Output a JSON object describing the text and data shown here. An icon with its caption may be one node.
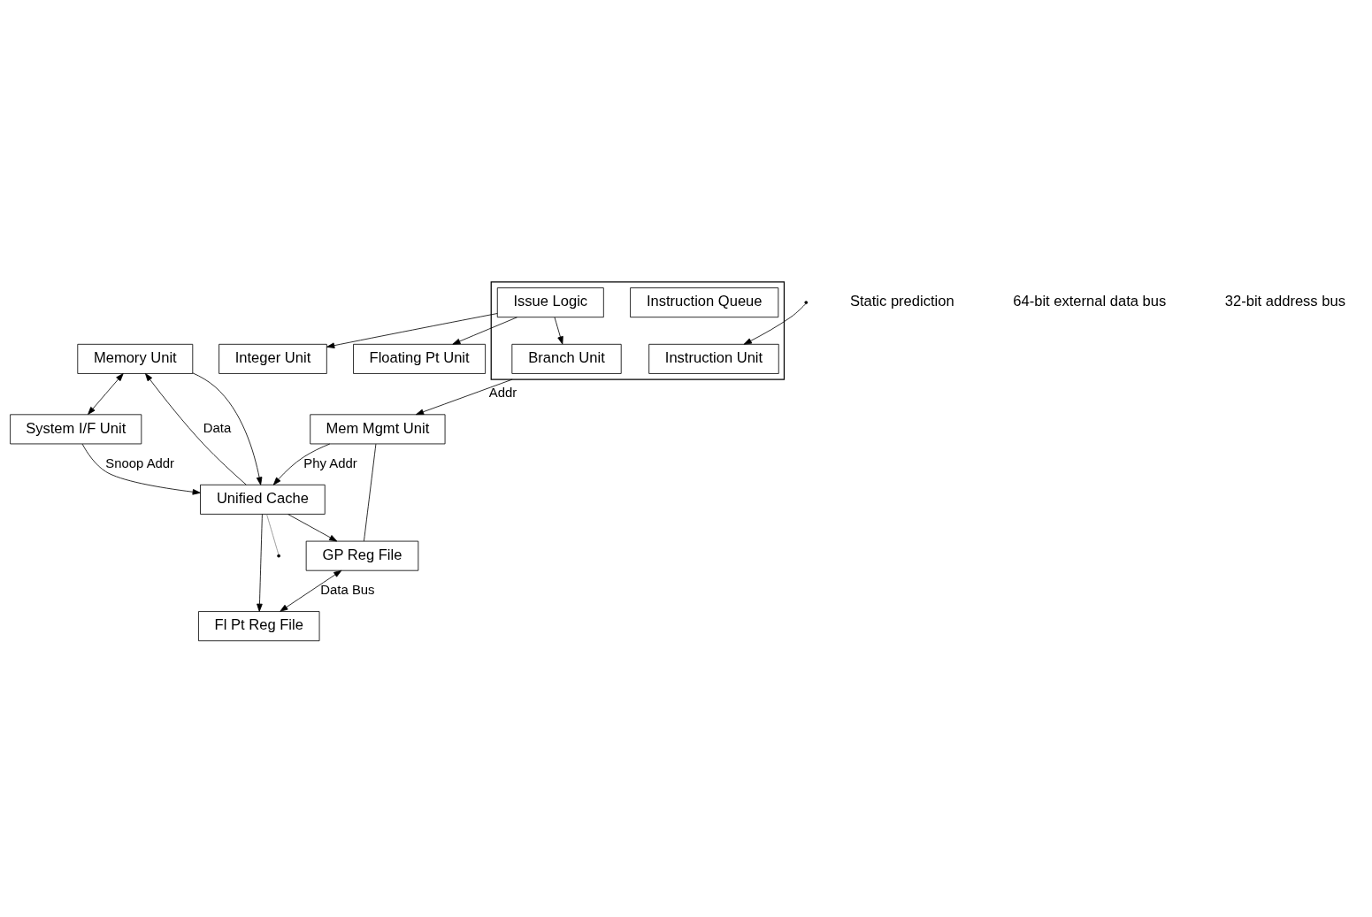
{
  "diagram": {
    "nodes": [
      {
        "text": [],
        "shape": "box"
      },
      {
        "text": [
          "Instruction Unit"
        ],
        "in": 0
      },
      {
        "text": [
          "Instruction Queue"
        ],
        "in": 0
      },
      {
        "text": [
          "Issue Logic"
        ],
        "in": 0
      },
      {
        "text": [
          "Branch Unit"
        ],
        "in": 0
      },
      {
        "text": [
          "Integer Unit"
        ]
      },
      {
        "text": [
          "GP Reg File"
        ]
      },
      {
        "text": [
          "Floating Pt Unit"
        ]
      },
      {
        "text": [
          "Fl Pt Reg File"
        ]
      },
      {
        "text": [
          "Mem Mgmt Unit"
        ]
      },
      {
        "text": [
          "Memory Unit"
        ]
      },
      {
        "text": [
          "Unified Cache"
        ]
      },
      {
        "text": [
          "System I/F Unit"
        ]
      }
    ],
    "edges": [
      {
        "from": null,
        "to": 1,
        "arrow": "to"
      },
      {
        "from": 3,
        "to": 5,
        "arrow": "to"
      },
      {
        "from": 3,
        "to": 7,
        "arrow": "to"
      },
      {
        "from": 3,
        "to": 4,
        "arrow": "to"
      },
      {
        "from": 0,
        "to": 9,
        "arrow": "to",
        "label": "Addr"
      },
      {
        "from": 6,
        "to": 8,
        "arrow": "both",
        "label": "Data Bus"
      },
      {
        "from": 11,
        "to": 6,
        "arrow": "to"
      },
      {
        "from": 11,
        "to": 8,
        "arrow": "to"
      },
      {
        "from": 6,
        "to": 9,
        "arrow": "none"
      },
      {
        "from": 9,
        "to": 11,
        "arrow": "to",
        "label": "Phy Addr"
      },
      {
        "from": 10,
        "to": 11,
        "arrow": "to"
      },
      {
        "from": 11,
        "to": 10,
        "arrow": "to",
        "label": "Data"
      },
      {
        "from": 10,
        "to": 12,
        "arrow": "both"
      },
      {
        "from": 12,
        "to": 11,
        "arrow": "to",
        "label": "Snoop Addr"
      },
      {
        "from": 11,
        "to": null,
        "arrow": "none",
        "color": "#888888"
      }
    ],
    "labels": [
      "Static prediction",
      "64-bit external data bus",
      "32-bit address bus"
    ]
  }
}
